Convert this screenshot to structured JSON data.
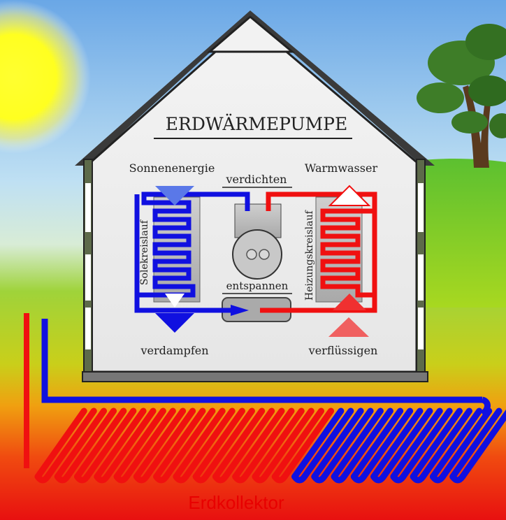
{
  "diagram": {
    "title": "ERDWÄRMEPUMPE",
    "labels": {
      "sun_energy": "Sonnenenergie",
      "compress": "verdichten",
      "hot_water": "Warmwasser",
      "brine_circuit": "Solekreislauf",
      "heating_circuit": "Heizungskreislauf",
      "expand": "entspannen",
      "evaporate": "verdampfen",
      "condense": "verflüssigen",
      "ground_collector": "Erdkollektor"
    },
    "colors": {
      "cold": "#1010e0",
      "hot": "#f01010",
      "ground_collector_label": "#e80000"
    }
  }
}
